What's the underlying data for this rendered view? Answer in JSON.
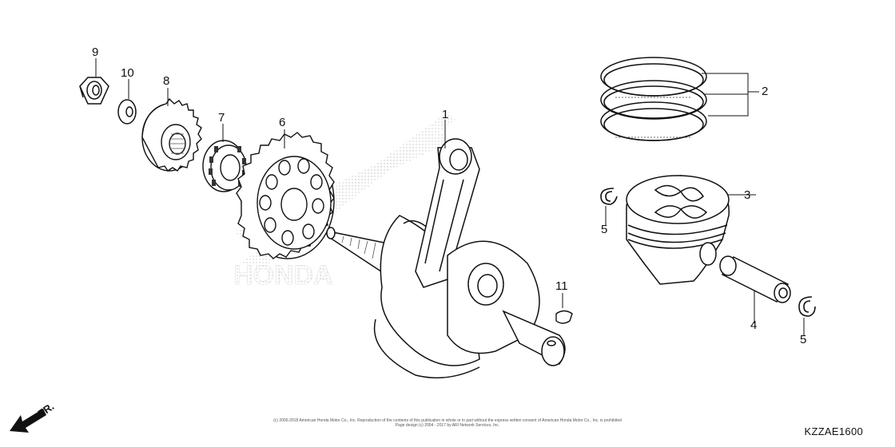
{
  "diagram": {
    "code": "KZZAE1600",
    "direction_label": "FR.",
    "watermark_text": "HONDA",
    "copyright_line1": "(c) 2000-2018 American Honda Motor Co., Inc. Reproduction of the contents of this publication in whole or in part without the express written consent of American Honda Motor Co., Inc. is prohibited",
    "copyright_line2": "Page design (c) 2004 - 2017 by ARI Network Services, Inc."
  },
  "callouts": {
    "c1": "1",
    "c2": "2",
    "c3": "3",
    "c4": "4",
    "c5a": "5",
    "c5b": "5",
    "c6": "6",
    "c7": "7",
    "c8": "8",
    "c9": "9",
    "c10": "10",
    "c11": "11"
  }
}
